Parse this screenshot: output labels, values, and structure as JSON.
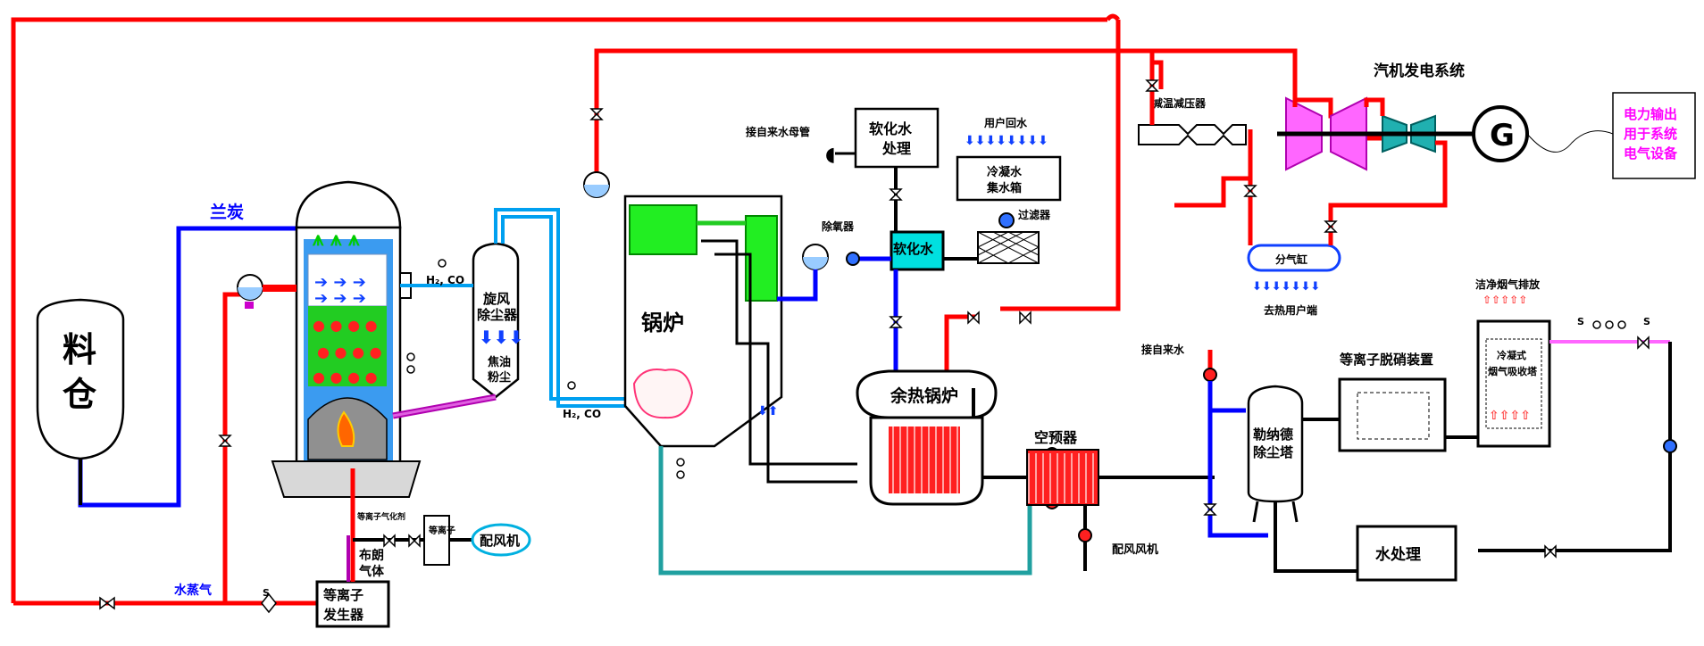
{
  "colors": {
    "steam": "#ff0000",
    "water": "#0000ff",
    "gas": "#000000",
    "char": "#0000ff",
    "output_text": "#ff00ff",
    "flue_clean": "#ff66ff"
  },
  "labels": {
    "lantan": "兰炭",
    "liao": "料",
    "cang": "仓",
    "h2co_1": "H₂, CO",
    "h2co_2": "H₂, CO",
    "cyclone_1": "旋风",
    "cyclone_2": "除尘器",
    "tar_1": "焦油",
    "tar_2": "粉尘",
    "boiler": "锅炉",
    "tap_pipe": "接自来水母管",
    "soft_proc_1": "软化水",
    "soft_proc_2": "处理",
    "return_water": "用户回水",
    "cond_1": "冷凝水",
    "cond_2": "集水箱",
    "filter": "过滤器",
    "deaerator": "除氧器",
    "soft_water": "软化水",
    "whb": "余热锅炉",
    "airheater": "空预器",
    "desuper": "减温减压器",
    "turbine_title": "汽机发电系统",
    "generator": "G",
    "out_1": "电力输出",
    "out_2": "用于系统",
    "out_3": "电气设备",
    "distributor": "分气缸",
    "heat_users": "去热用户端",
    "tap_water": "接自来水",
    "scrubber_1": "勒纳德",
    "scrubber_2": "除尘塔",
    "denox": "等离子脱硝装置",
    "clean_flue": "洁净烟气排放",
    "tower_1": "冷凝式",
    "tower_2": "烟气吸收塔",
    "water_treat": "水处理",
    "fan_left": "配风机",
    "fan_right": "配风风机",
    "plasma_gas": "等离子气化剂",
    "plasma_box": "等离子",
    "brown_1": "布朗",
    "brown_2": "气体",
    "steam_label": "水蒸气",
    "gen_1": "等离子",
    "gen_2": "发生器",
    "s_tag": "S"
  }
}
